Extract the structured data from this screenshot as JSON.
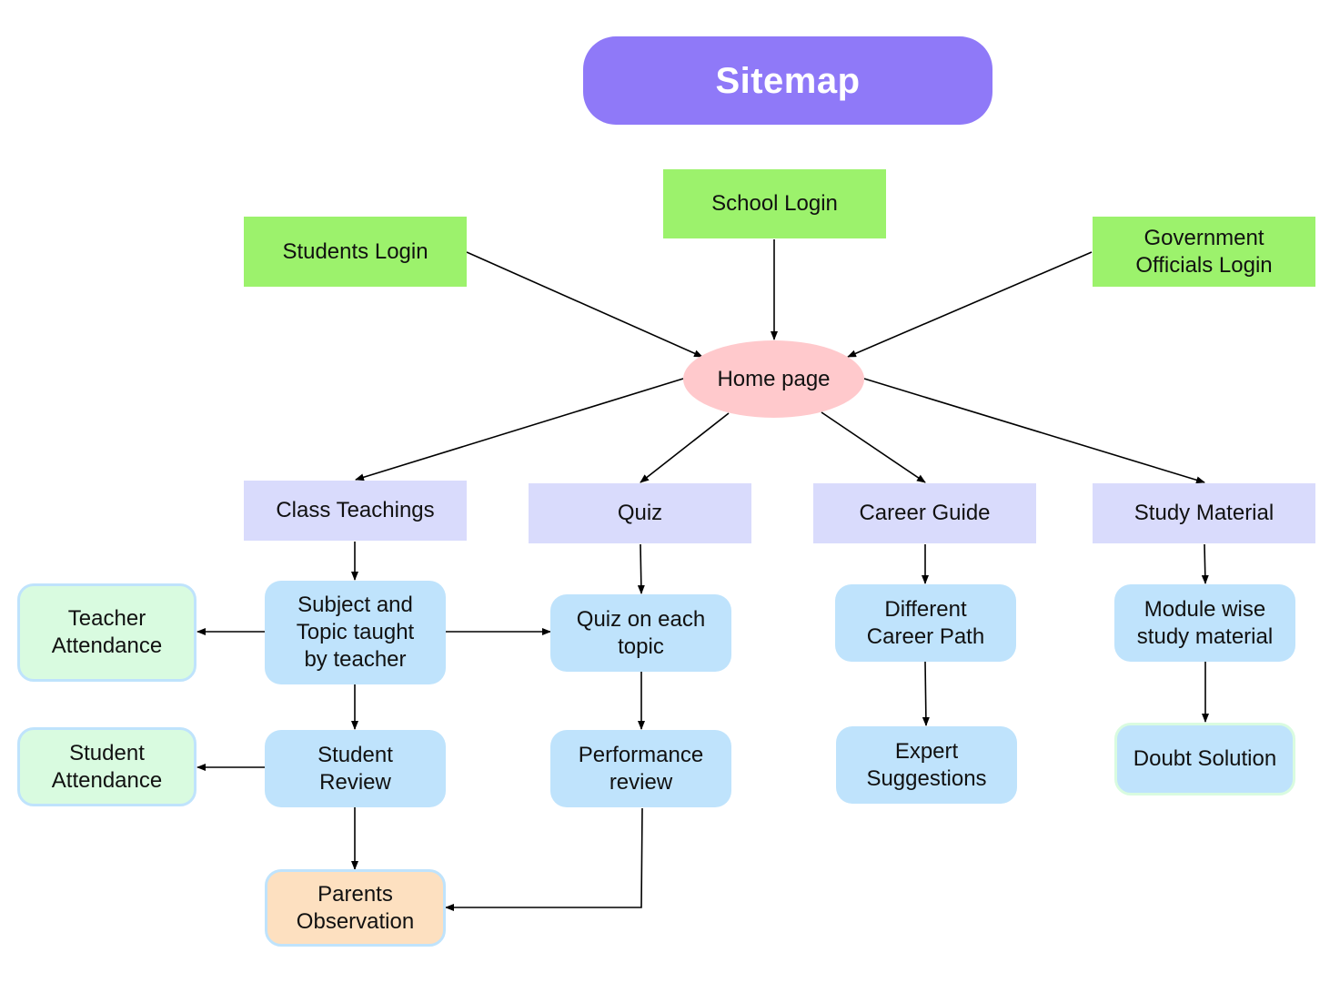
{
  "title": "Sitemap",
  "logins": {
    "students": "Students Login",
    "school": "School Login",
    "government": "Government\nOfficials Login"
  },
  "home": "Home page",
  "sections": {
    "class_teachings": "Class Teachings",
    "quiz": "Quiz",
    "career_guide": "Career Guide",
    "study_material": "Study Material"
  },
  "class_teachings": {
    "subject_topic": "Subject and\nTopic taught\nby teacher",
    "teacher_attendance": "Teacher\nAttendance",
    "student_review": "Student\nReview",
    "student_attendance": "Student\nAttendance",
    "parents_observation": "Parents\nObservation"
  },
  "quiz": {
    "quiz_each_topic": "Quiz on each\ntopic",
    "performance_review": "Performance\nreview"
  },
  "career_guide": {
    "different_career_path": "Different\nCareer Path",
    "expert_suggestions": "Expert\nSuggestions"
  },
  "study_material": {
    "module_wise": "Module wise\nstudy material",
    "doubt_solution": "Doubt Solution"
  },
  "colors": {
    "title_bg": "#8f79f8",
    "login_bg": "#9cf26c",
    "home_bg": "#ffc9cc",
    "section_bg": "#d9dbfc",
    "sub_bg": "#bfe3fc",
    "attendance_bg": "#d9fbe0",
    "parents_bg": "#fde0c0",
    "connector": "#000000"
  }
}
